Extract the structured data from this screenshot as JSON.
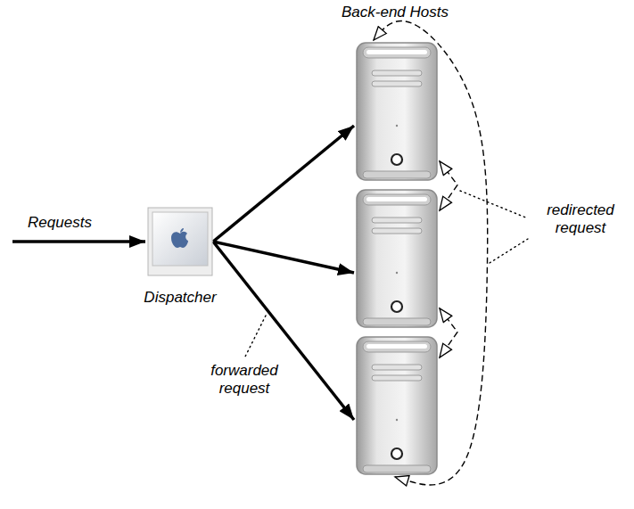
{
  "diagram": {
    "nodes": [
      {
        "text": [
          "Dispatcher"
        ]
      },
      {
        "text": []
      },
      {
        "text": []
      },
      {
        "text": []
      }
    ],
    "edges": [
      {
        "from": 0,
        "to": 1,
        "arrow": "to"
      },
      {
        "from": 0,
        "to": 2,
        "arrow": "to"
      },
      {
        "from": 0,
        "to": 3,
        "arrow": "to"
      },
      {
        "from": 1,
        "to": 2,
        "arrow": "both"
      },
      {
        "from": 2,
        "to": 3,
        "arrow": "both"
      },
      {
        "from": 1,
        "to": 3,
        "arrow": "both"
      }
    ],
    "labels": [
      "Back-end Hosts",
      "Requests",
      "redirected request",
      "forwarded request"
    ]
  }
}
